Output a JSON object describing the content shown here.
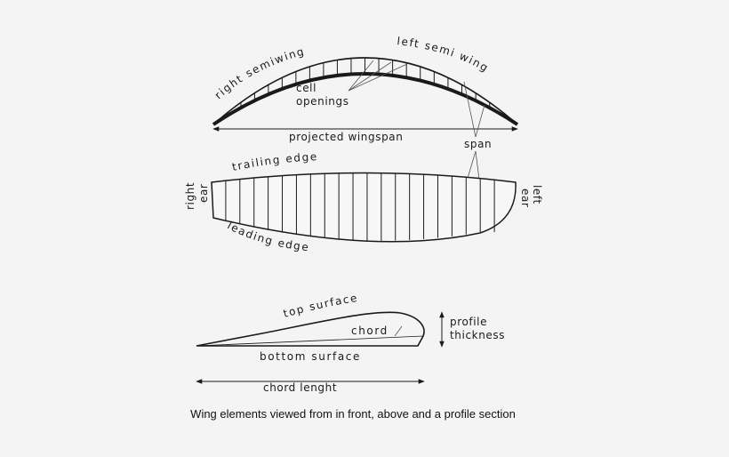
{
  "front_view": {
    "right_semiwing": "right semiwing",
    "left_semi_wing": "left semi wing",
    "cell_openings_line1": "cell",
    "cell_openings_line2": "openings",
    "projected_wingspan": "projected wingspan",
    "span": "span"
  },
  "top_view": {
    "trailing_edge": "trailing edge",
    "leading_edge": "leading edge",
    "right_ear_line1": "right",
    "right_ear_line2": "ear",
    "left_ear_line1": "left",
    "left_ear_line2": "ear"
  },
  "profile_view": {
    "top_surface": "top surface",
    "chord": "chord",
    "bottom_surface": "bottom surface",
    "profile_thickness_line1": "profile",
    "profile_thickness_line2": "thickness",
    "chord_length": "chord lenght"
  },
  "caption": "Wing elements viewed from in front, above and a profile section"
}
